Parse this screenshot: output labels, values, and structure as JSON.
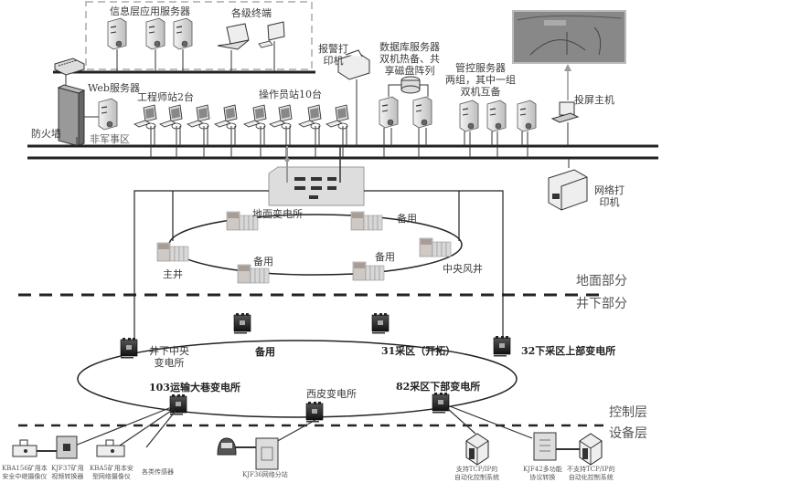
{
  "top_group": {
    "app_servers_label": "信息层应用服务器",
    "terminals_label": "各级终端"
  },
  "web_server_label": "Web服务器",
  "dmz_label": "非军事区",
  "firewall_label": "防火墙",
  "engineer_station_label": "工程师站2台",
  "operator_station_label": "操作员站10台",
  "alarm_printer_label": [
    "报警打",
    "印机"
  ],
  "db_server_label": [
    "数据库服务器",
    "双机热备、共",
    "享磁盘阵列"
  ],
  "control_server_label": [
    "管控服务器",
    "两组，其中一组",
    "双机互备"
  ],
  "projector_host_label": "投屏主机",
  "network_printer_label": [
    "网络打",
    "印机"
  ],
  "surface_ring": {
    "center": "地面变电所",
    "nodes": [
      "主井",
      "备用",
      "备用",
      "备用",
      "中央风井"
    ]
  },
  "divider": {
    "above": "地面部分",
    "below": "井下部分"
  },
  "underground_ring": {
    "nodes": [
      {
        "label": [
          "井下中央",
          "变电所"
        ]
      },
      {
        "label": [
          "备用"
        ]
      },
      {
        "label": [
          "31采区（开拓）"
        ]
      },
      {
        "label": [
          "32下采区上部变电所"
        ]
      },
      {
        "label": [
          "103运输大巷变电所"
        ]
      },
      {
        "label": [
          "西皮变电所"
        ]
      },
      {
        "label": [
          "82采区下部变电所"
        ]
      }
    ]
  },
  "layers": {
    "control": "控制层",
    "device": "设备层"
  },
  "devices": [
    {
      "label": [
        "KBA156矿用本",
        "安全中继摄像仪"
      ]
    },
    {
      "label": [
        "KJF37矿用",
        "视频转换器"
      ]
    },
    {
      "label": [
        "KBA5矿用本安",
        "型网络摄像仪"
      ]
    },
    {
      "label": [
        "各类传感器"
      ]
    },
    {
      "label": [
        "KJF36网络分站"
      ]
    },
    {
      "label": [
        "支持TCP/IP的",
        "自动化控制系统"
      ]
    },
    {
      "label": [
        "KJF42多功能",
        "协议转换"
      ]
    },
    {
      "label": [
        "不支持TCP/IP的",
        "自动化控制系统"
      ]
    }
  ]
}
